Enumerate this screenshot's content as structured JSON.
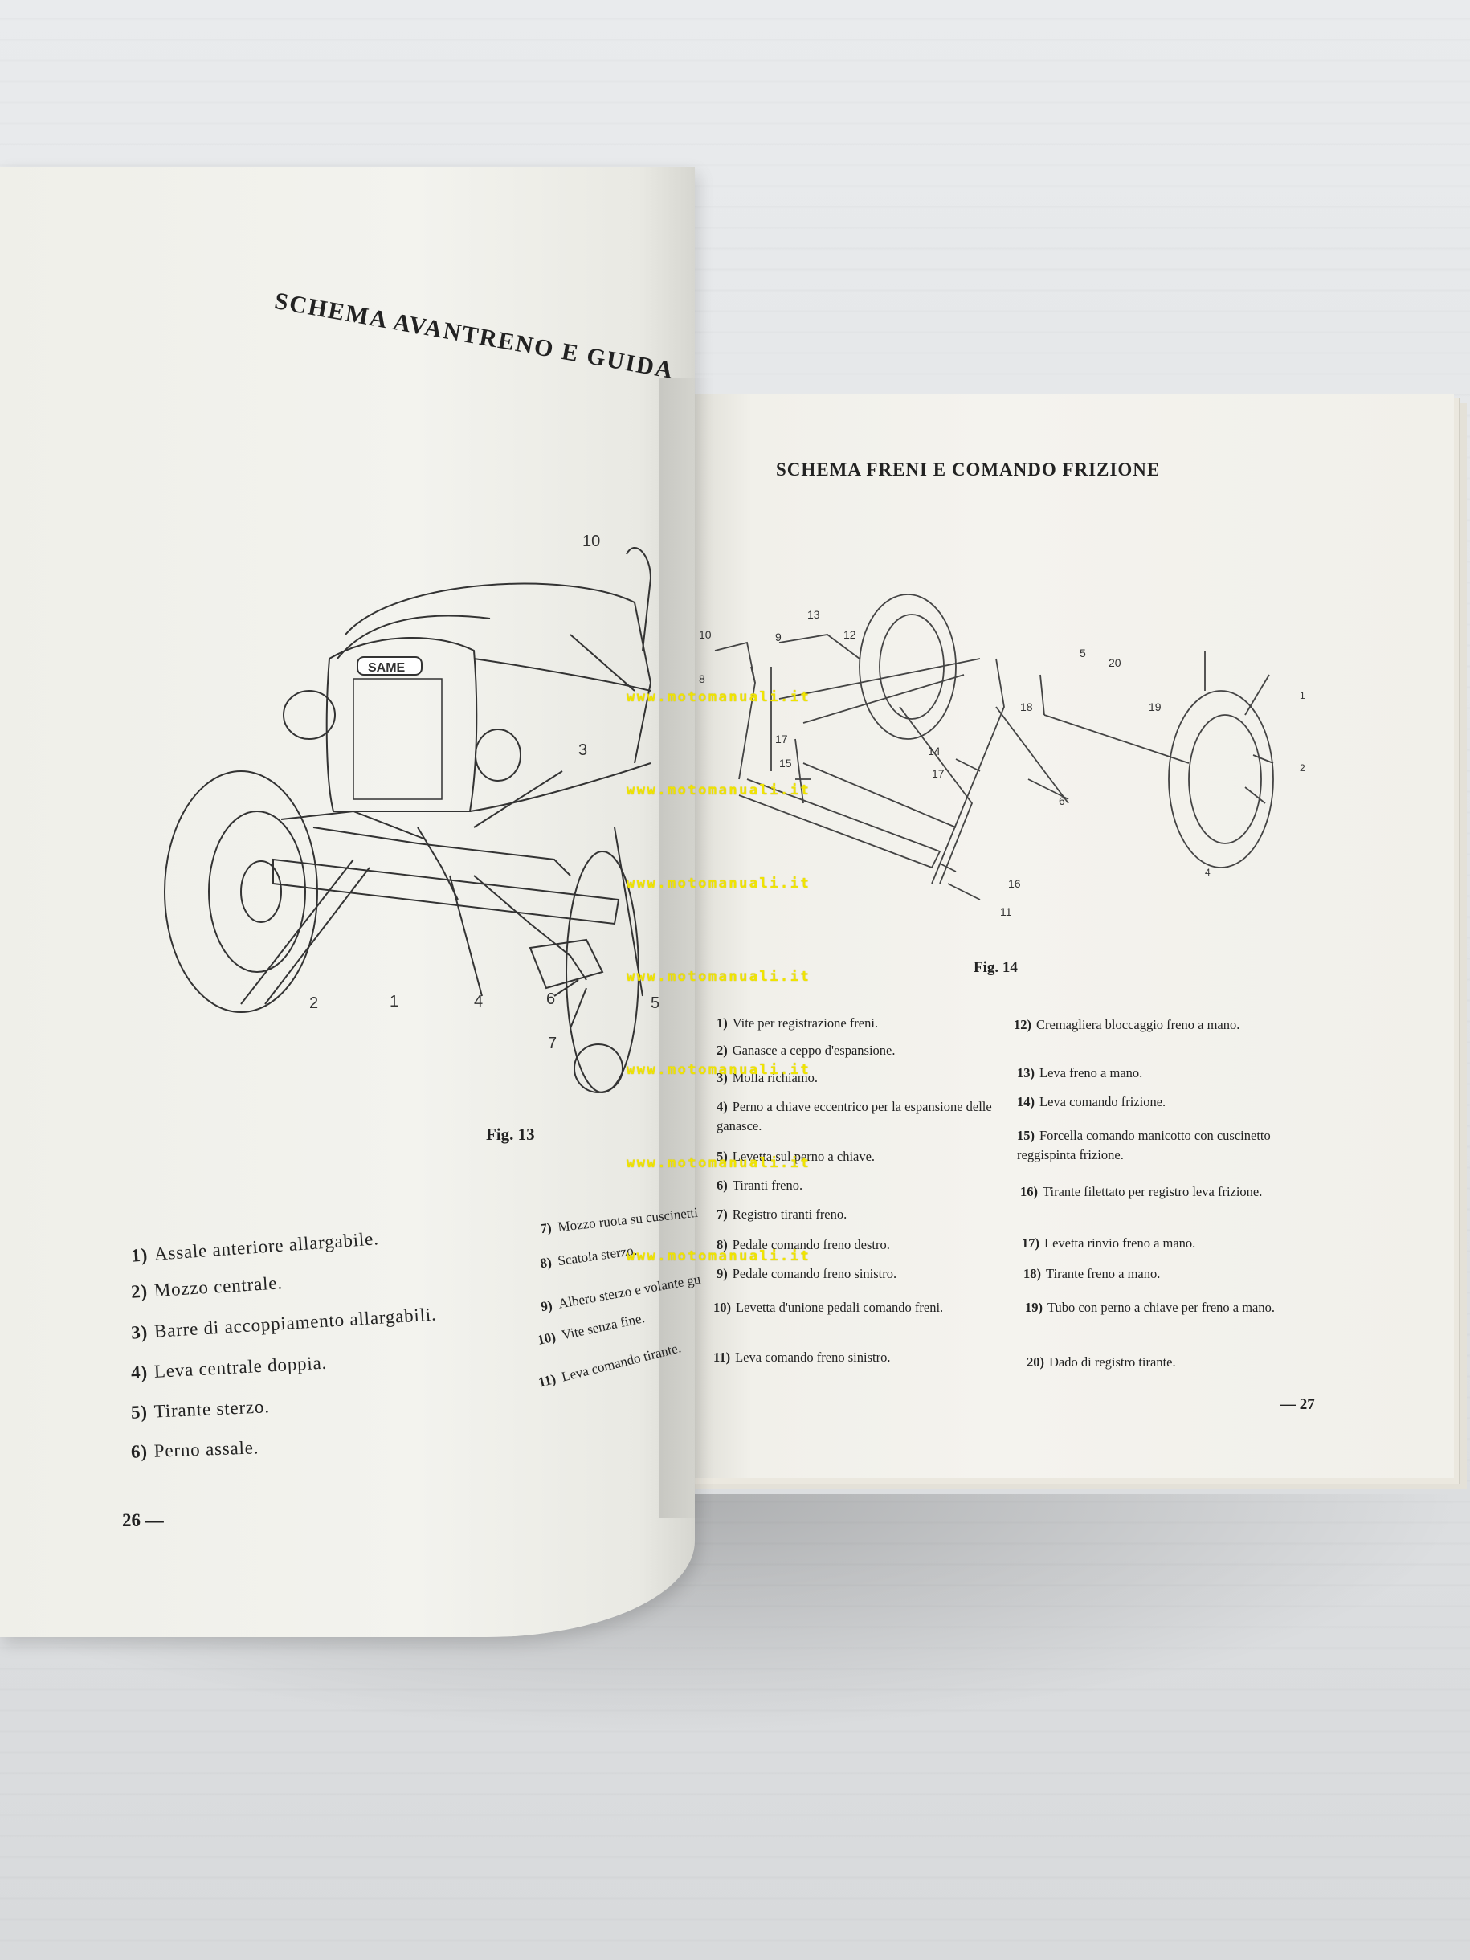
{
  "left_page": {
    "title": "SCHEMA AVANTRENO E GUIDA",
    "figure": {
      "label": "Fig. 13",
      "grille_badge": "SAME",
      "callouts": [
        "10",
        "3",
        "2",
        "1",
        "4",
        "6",
        "5",
        "7"
      ]
    },
    "legend_col1": [
      {
        "num": "1)",
        "text": "Assale anteriore allargabile."
      },
      {
        "num": "2)",
        "text": "Mozzo centrale."
      },
      {
        "num": "3)",
        "text": "Barre di accoppiamento allargabili."
      },
      {
        "num": "4)",
        "text": "Leva centrale doppia."
      },
      {
        "num": "5)",
        "text": "Tirante sterzo."
      },
      {
        "num": "6)",
        "text": "Perno assale."
      }
    ],
    "legend_col2": [
      {
        "num": "7)",
        "text": "Mozzo ruota su cuscinetti"
      },
      {
        "num": "8)",
        "text": "Scatola sterzo."
      },
      {
        "num": "9)",
        "text": "Albero sterzo e volante gu"
      },
      {
        "num": "10)",
        "text": "Vite senza fine."
      },
      {
        "num": "11)",
        "text": "Leva comando tirante."
      }
    ],
    "page_number": "26 —"
  },
  "right_page": {
    "title": "SCHEMA FRENI E COMANDO FRIZIONE",
    "figure": {
      "label": "Fig. 14",
      "callouts": [
        "13",
        "12",
        "10",
        "9",
        "8",
        "5",
        "20",
        "18",
        "19",
        "17",
        "15",
        "14",
        "17",
        "6",
        "16",
        "11",
        "4",
        "1",
        "2"
      ]
    },
    "legend_col1": [
      {
        "num": "1)",
        "text": "Vite per registrazione freni."
      },
      {
        "num": "2)",
        "text": "Ganasce a ceppo d'espansione."
      },
      {
        "num": "3)",
        "text": "Molla richiamo."
      },
      {
        "num": "4)",
        "text": "Perno a chiave eccentrico per la espansione delle ganasce."
      },
      {
        "num": "5)",
        "text": "Levetta sul perno a chiave."
      },
      {
        "num": "6)",
        "text": "Tiranti freno."
      },
      {
        "num": "7)",
        "text": "Registro tiranti freno."
      },
      {
        "num": "8)",
        "text": "Pedale comando freno destro."
      },
      {
        "num": "9)",
        "text": "Pedale comando freno sinistro."
      },
      {
        "num": "10)",
        "text": "Levetta d'unione pedali comando freni."
      },
      {
        "num": "11)",
        "text": "Leva comando freno sinistro."
      }
    ],
    "legend_col2": [
      {
        "num": "12)",
        "text": "Cremagliera bloccaggio freno a mano."
      },
      {
        "num": "13)",
        "text": "Leva freno a mano."
      },
      {
        "num": "14)",
        "text": "Leva comando frizione."
      },
      {
        "num": "15)",
        "text": "Forcella comando manicotto con cuscinetto reggispinta frizione."
      },
      {
        "num": "16)",
        "text": "Tirante filettato per registro leva frizione."
      },
      {
        "num": "17)",
        "text": "Levetta rinvio freno a mano."
      },
      {
        "num": "18)",
        "text": "Tirante freno a mano."
      },
      {
        "num": "19)",
        "text": "Tubo con perno a chiave per freno a mano."
      },
      {
        "num": "20)",
        "text": "Dado di registro tirante."
      }
    ],
    "page_number": "— 27"
  },
  "watermark": "www.motomanuali.it"
}
